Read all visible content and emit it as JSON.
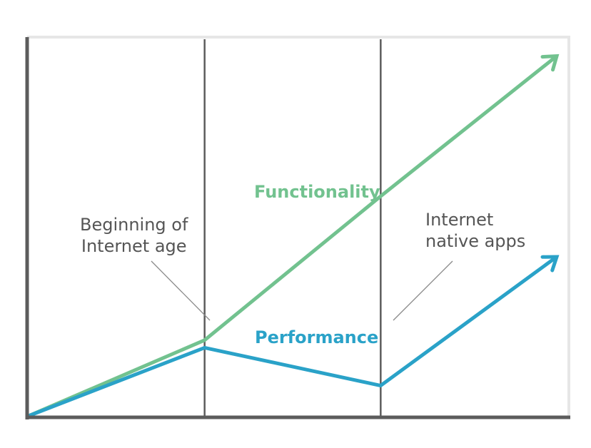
{
  "chart_data": {
    "type": "line",
    "x": [
      0,
      1,
      2,
      3
    ],
    "xlim": [
      0,
      3
    ],
    "ylim": [
      0,
      100
    ],
    "grid": false,
    "eras": [
      {
        "name": "Beginning of Internet age",
        "x": 1,
        "label_lines": [
          "Beginning of",
          "Internet age"
        ]
      },
      {
        "name": "Internet native apps",
        "x": 2,
        "label_lines": [
          "Internet",
          "native apps"
        ]
      }
    ],
    "series": [
      {
        "name": "Functionality",
        "color": "#72c28f",
        "values": [
          0,
          20,
          58,
          95
        ]
      },
      {
        "name": "Performance",
        "color": "#2aa2c8",
        "values": [
          0,
          18,
          8,
          42
        ]
      }
    ]
  },
  "colors": {
    "axis": "#5c5c5c",
    "frame": "#e6e6e6",
    "annotation_line": "#8a8a8a",
    "text": "#555555"
  }
}
